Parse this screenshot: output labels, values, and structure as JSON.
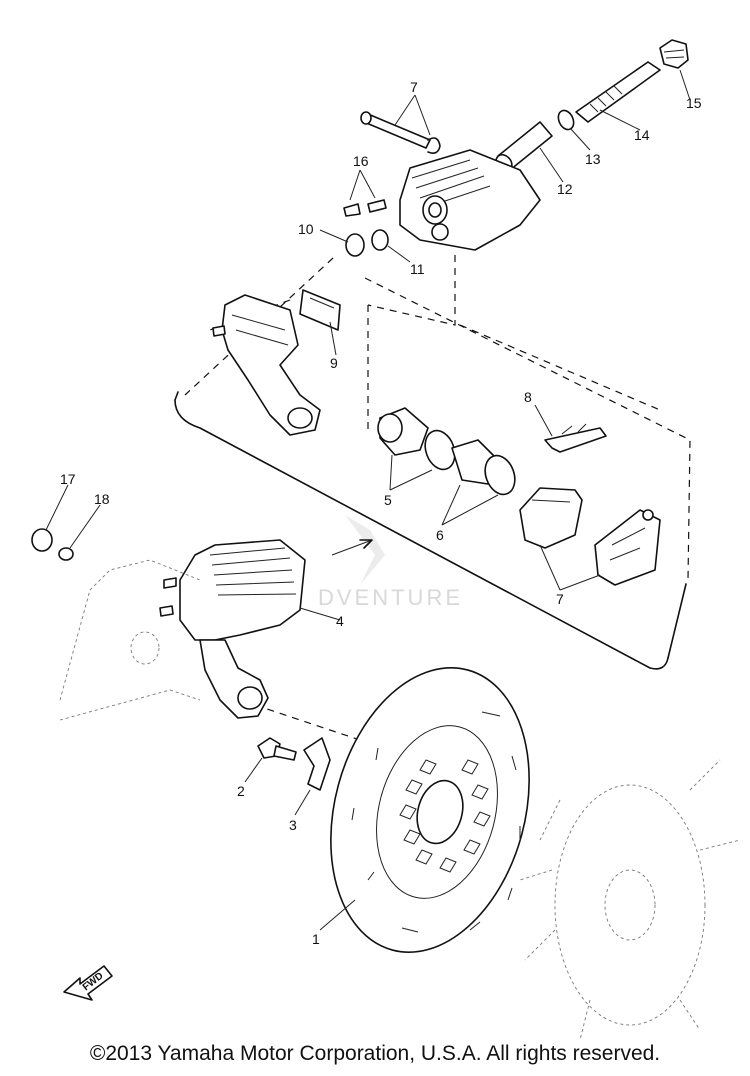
{
  "diagram": {
    "callouts": {
      "c1": "1",
      "c2": "2",
      "c3": "3",
      "c4": "4",
      "c5": "5",
      "c6": "6",
      "c7a": "7",
      "c7b": "7",
      "c8": "8",
      "c9": "9",
      "c10": "10",
      "c11": "11",
      "c12": "12",
      "c13": "13",
      "c14": "14",
      "c15": "15",
      "c16": "16",
      "c17": "17",
      "c18": "18"
    },
    "fwd_label": "FWD",
    "watermark": "DVENTURE"
  },
  "footer": {
    "copyright": "©2013 Yamaha Motor Corporation, U.S.A. All rights reserved."
  }
}
